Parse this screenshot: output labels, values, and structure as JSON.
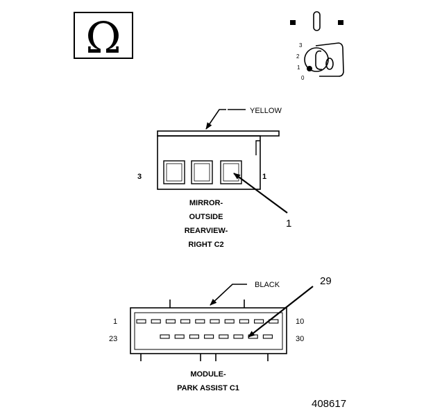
{
  "colors": {
    "ink": "#000000",
    "background": "#ffffff"
  },
  "icons": {
    "ohm": "ohm-symbol-icon",
    "ignition": "ignition-key-icon"
  },
  "ohm_symbol": "Ω",
  "ignition": {
    "positions": [
      "3",
      "2",
      "1",
      "0"
    ]
  },
  "mirror_connector": {
    "color_label": "YELLOW",
    "pin_left": "3",
    "pin_right": "1",
    "callout": "1",
    "name_lines": [
      "MIRROR-",
      "OUTSIDE",
      "REARVIEW-",
      "RIGHT C2"
    ],
    "cavities": 3
  },
  "module_connector": {
    "color_label": "BLACK",
    "callout": "29",
    "pin_top_left": "1",
    "pin_top_right": "10",
    "pin_bottom_left": "23",
    "pin_bottom_right": "30",
    "top_row_cavities": 10,
    "bottom_row_cavities": 8,
    "name_lines": [
      "MODULE-",
      "PARK ASSIST C1"
    ]
  },
  "figure_number": "408617"
}
